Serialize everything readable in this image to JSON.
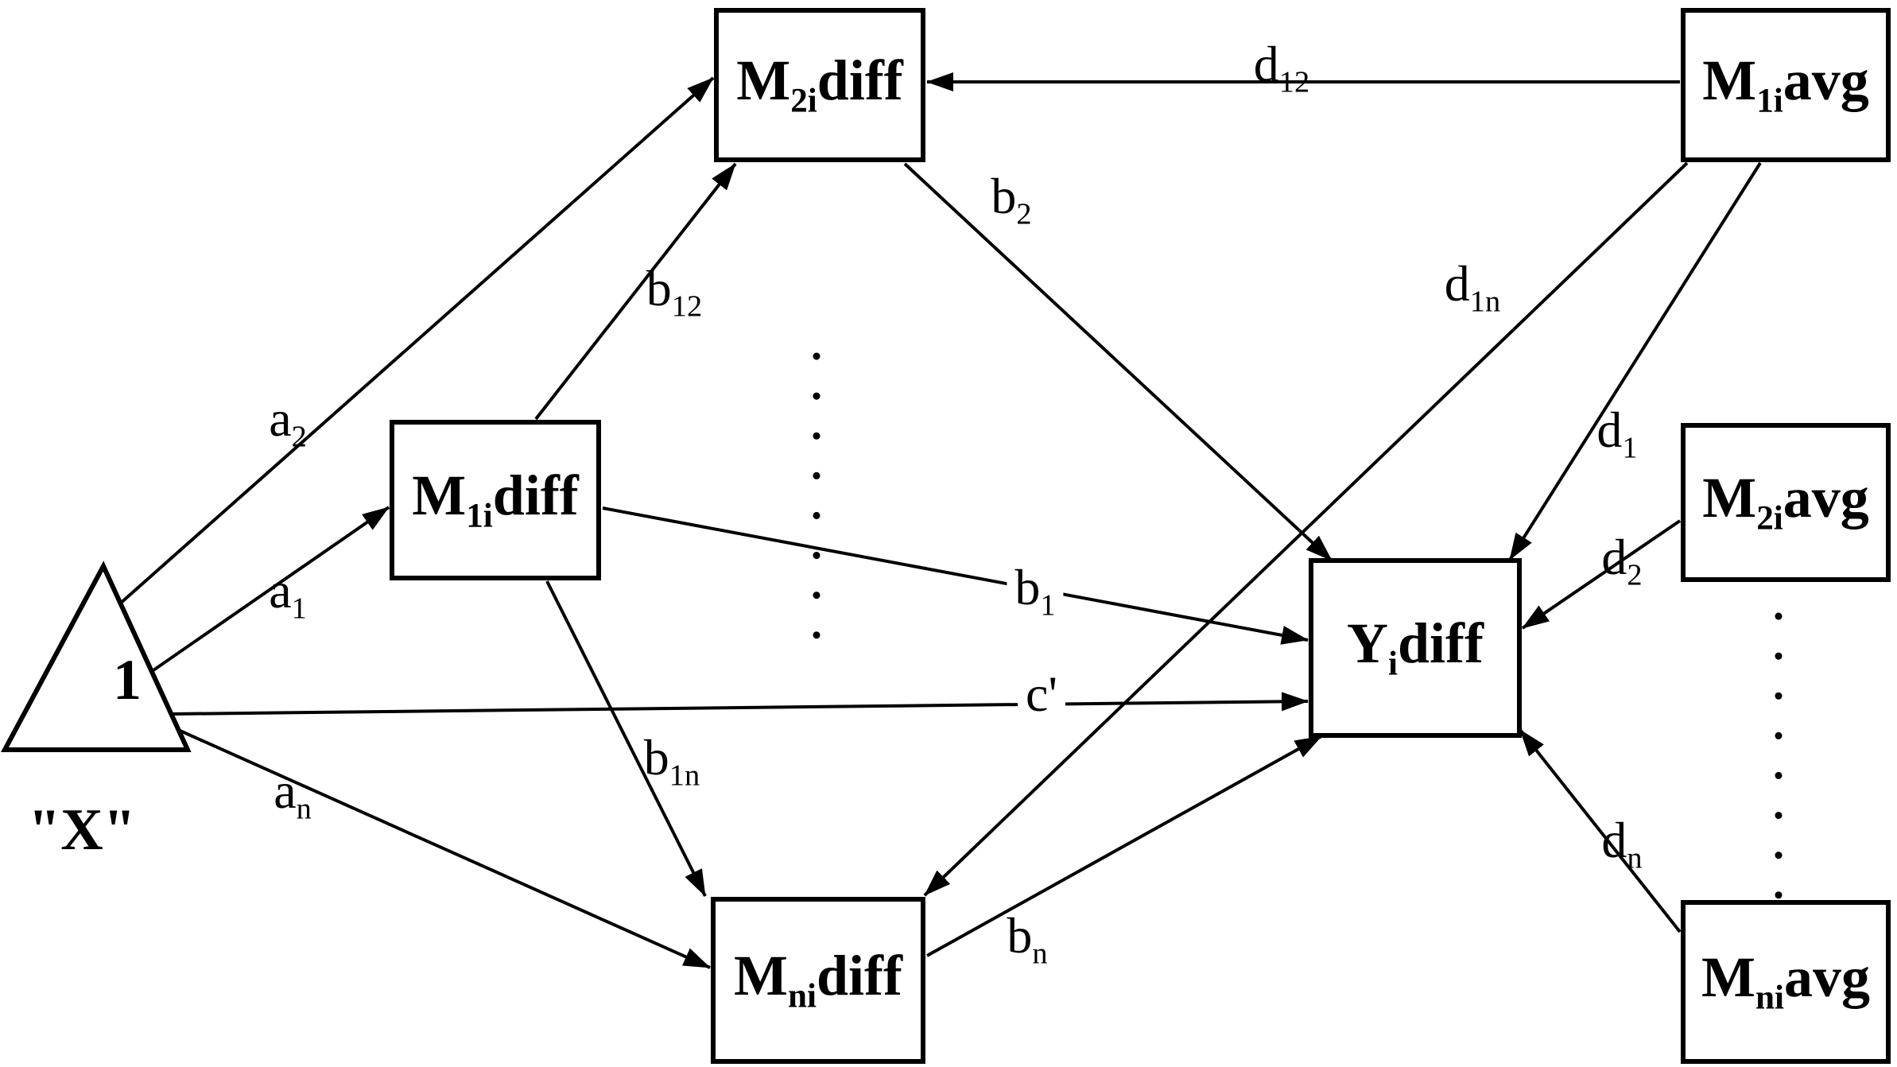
{
  "figure": {
    "background": "#ffffff",
    "stroke_color": "#000000",
    "type": "path-diagram"
  },
  "source": {
    "shape": "triangle",
    "shape_label": "1",
    "caption": "\"X\""
  },
  "nodes": {
    "m2i_diff": {
      "pre": "M",
      "sub": "2i",
      "post": "diff"
    },
    "m1i_avg": {
      "pre": "M",
      "sub": "1i",
      "post": "avg"
    },
    "m1i_diff": {
      "pre": "M",
      "sub": "1i",
      "post": "diff"
    },
    "m2i_avg": {
      "pre": "M",
      "sub": "2i",
      "post": "avg"
    },
    "yi_diff": {
      "pre": "Y",
      "sub": "i",
      "post": "diff"
    },
    "mni_diff": {
      "pre": "M",
      "sub": "ni",
      "post": "diff"
    },
    "mni_avg": {
      "pre": "M",
      "sub": "ni",
      "post": "avg"
    }
  },
  "edges": {
    "a2": {
      "from": "X",
      "to": "M2i diff",
      "label": {
        "pre": "a",
        "sub": "2"
      }
    },
    "a1": {
      "from": "X",
      "to": "M1i diff",
      "label": {
        "pre": "a",
        "sub": "1"
      }
    },
    "an": {
      "from": "X",
      "to": "Mni diff",
      "label": {
        "pre": "a",
        "sub": "n"
      }
    },
    "c_prime": {
      "from": "X",
      "to": "Yi diff",
      "label": {
        "pre": "c'",
        "sub": ""
      }
    },
    "b12": {
      "from": "M1i diff",
      "to": "M2i diff",
      "label": {
        "pre": "b",
        "sub": "12"
      }
    },
    "b1n": {
      "from": "M1i diff",
      "to": "Mni diff",
      "label": {
        "pre": "b",
        "sub": "1n"
      }
    },
    "b1": {
      "from": "M1i diff",
      "to": "Yi diff",
      "label": {
        "pre": "b",
        "sub": "1"
      }
    },
    "b2": {
      "from": "M2i diff",
      "to": "Yi diff",
      "label": {
        "pre": "b",
        "sub": "2"
      }
    },
    "bn": {
      "from": "Mni diff",
      "to": "Yi diff",
      "label": {
        "pre": "b",
        "sub": "n"
      }
    },
    "d12": {
      "from": "M1i avg",
      "to": "M2i diff",
      "label": {
        "pre": "d",
        "sub": "12"
      }
    },
    "d1n": {
      "from": "M1i avg",
      "to": "Mni diff",
      "label": {
        "pre": "d",
        "sub": "1n"
      }
    },
    "d1": {
      "from": "M1i avg",
      "to": "Yi diff",
      "label": {
        "pre": "d",
        "sub": "1"
      }
    },
    "d2": {
      "from": "M2i avg",
      "to": "Yi diff",
      "label": {
        "pre": "d",
        "sub": "2"
      }
    },
    "dn": {
      "from": "Mni avg",
      "to": "Yi diff",
      "label": {
        "pre": "d",
        "sub": "n"
      }
    }
  },
  "decorations": {
    "ellipsis_left": "vertical dots between M2i diff and Mni diff",
    "ellipsis_right": "vertical dots between M2i avg and Mni avg"
  }
}
